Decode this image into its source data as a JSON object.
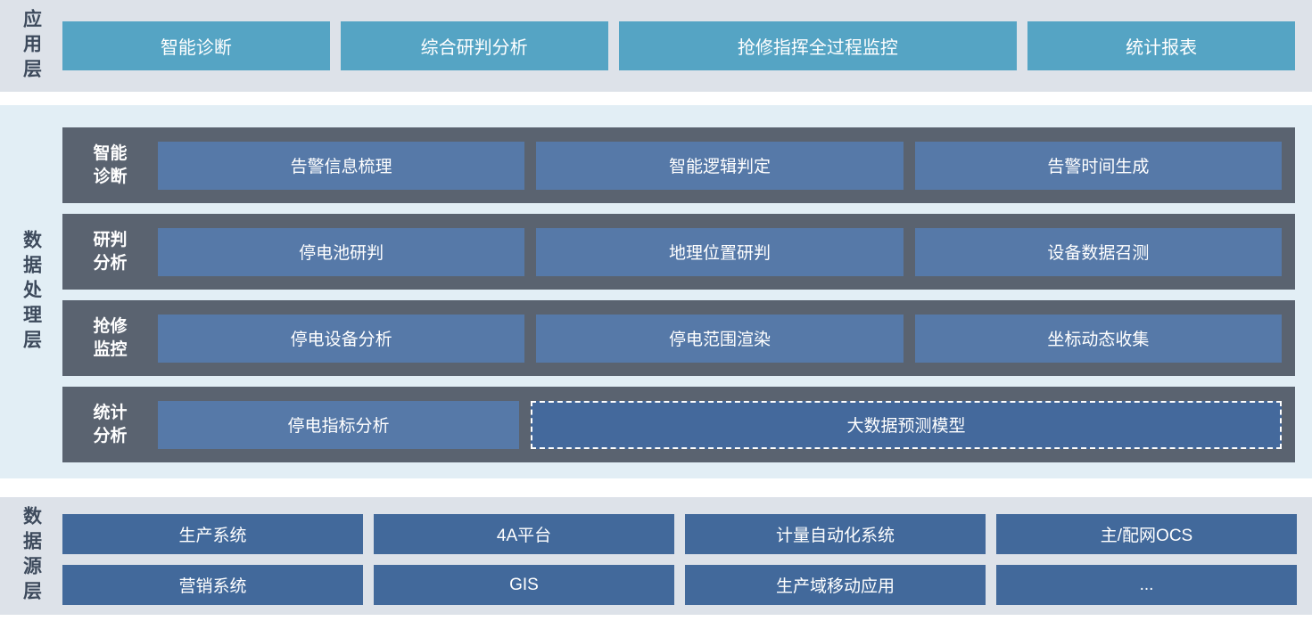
{
  "layers": {
    "app": {
      "label": "应用层",
      "items": [
        "智能诊断",
        "综合研判分析",
        "抢修指挥全过程监控",
        "统计报表"
      ]
    },
    "processing": {
      "label": "数据处理层",
      "rows": [
        {
          "label": "智能\n诊断",
          "items": [
            "告警信息梳理",
            "智能逻辑判定",
            "告警时间生成"
          ]
        },
        {
          "label": "研判\n分析",
          "items": [
            "停电池研判",
            "地理位置研判",
            "设备数据召测"
          ]
        },
        {
          "label": "抢修\n监控",
          "items": [
            "停电设备分析",
            "停电范围渲染",
            "坐标动态收集"
          ]
        },
        {
          "label": "统计\n分析",
          "items": [
            "停电指标分析"
          ],
          "wide_item": "大数据预测模型"
        }
      ]
    },
    "source": {
      "label": "数据源层",
      "rows": [
        [
          "生产系统",
          "4A平台",
          "计量自动化系统",
          "主/配网OCS"
        ],
        [
          "营销系统",
          "GIS",
          "生产域移动应用",
          "..."
        ]
      ]
    }
  },
  "colors": {
    "app_button": "#55a4c4",
    "row_bar": "#5a6370",
    "processing_box": "#5679a8",
    "dashed_box": "#44699c",
    "source_box": "#42699b",
    "layer_bg_gray": "#dde2e9",
    "layer_bg_blue": "#e2eef5",
    "label_text": "#3d4a5c",
    "box_text": "#ffffff"
  }
}
